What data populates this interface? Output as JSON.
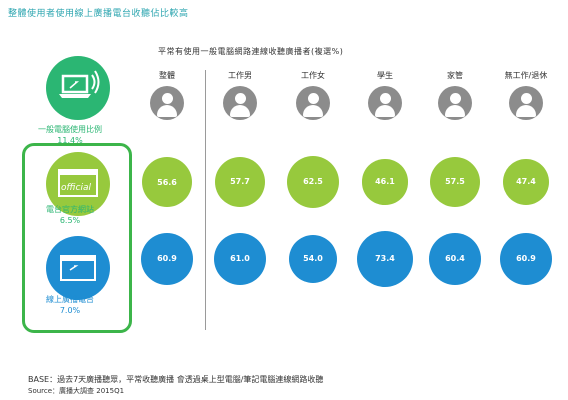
{
  "title": "整體使用者使用線上廣播電台收聽佔比較高",
  "subtitle": "平常有使用一般電腦網路連線收聽廣播者(複選%)",
  "categories": [
    {
      "name": "一般電腦使用比例",
      "value": "11.4%",
      "color": "#2bb673"
    },
    {
      "name": "電台官方網站",
      "value": "6.5%",
      "color": "#97c93d"
    },
    {
      "name": "線上廣播電台",
      "value": "7.0%",
      "color": "#1e8dd2"
    }
  ],
  "chart_data": {
    "type": "bubble-table",
    "title": "整體使用者使用線上廣播電台收聽佔比較高",
    "subtitle": "平常有使用一般電腦網路連線收聽廣播者(複選%)",
    "columns": [
      "整體",
      "工作男",
      "工作女",
      "學生",
      "家管",
      "無工作/退休"
    ],
    "series": [
      {
        "name": "電台官方網站",
        "color": "#97c93d",
        "values": [
          56.6,
          57.7,
          62.5,
          46.1,
          57.5,
          47.4
        ],
        "labels": [
          "56.6",
          "57.7",
          "62.5",
          "46.1",
          "57.5",
          "47.4"
        ]
      },
      {
        "name": "線上廣播電台",
        "color": "#1e8dd2",
        "values": [
          60.9,
          61.0,
          54.0,
          73.4,
          60.4,
          60.9
        ],
        "labels": [
          "60.9",
          "61.0",
          "54.0",
          "73.4",
          "60.4",
          "60.9"
        ]
      }
    ]
  },
  "icons": {
    "overall": "laptop-icon",
    "official_site": "official-browser-icon",
    "online_radio": "browser-window-icon"
  },
  "footer": {
    "base": "BASE：過去7天廣播聽眾，平常收聽廣播 會透過桌上型電腦/筆記電腦連線網路收聽",
    "source": "Source：廣播大調查 2015Q1"
  }
}
